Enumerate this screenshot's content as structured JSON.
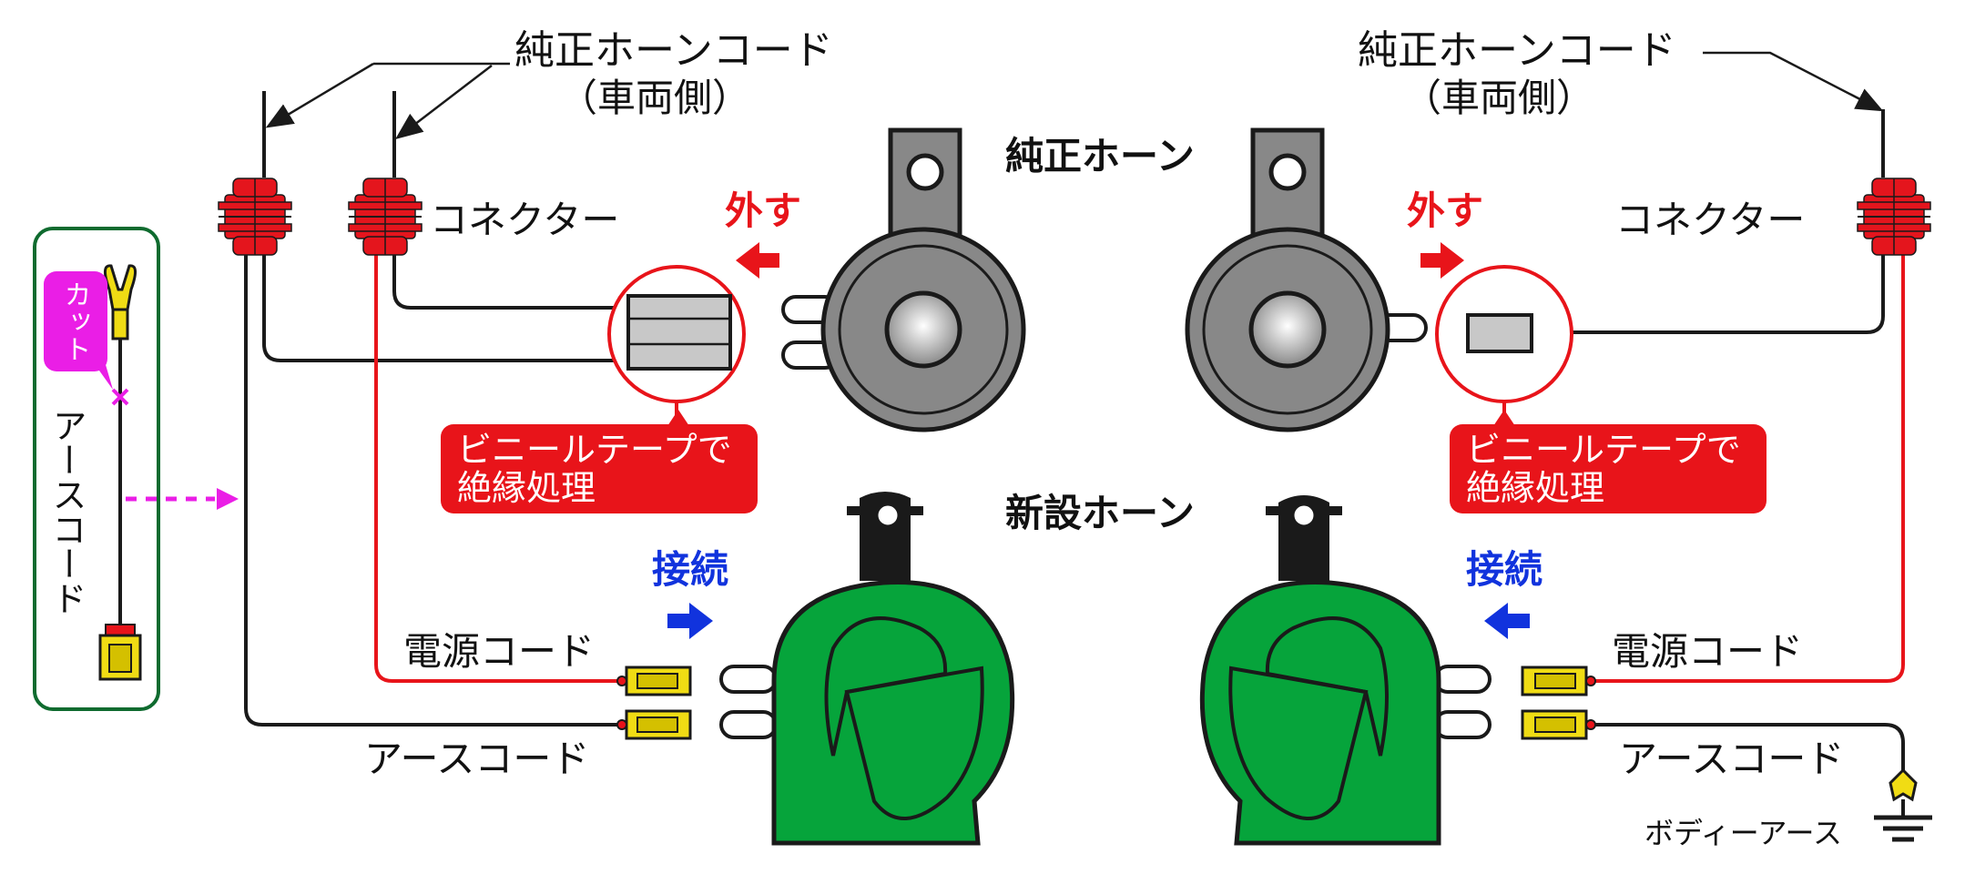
{
  "labels": {
    "oem_cord_left_line1": "純正ホーンコード",
    "oem_cord_left_line2": "（車両側）",
    "oem_cord_right_line1": "純正ホーンコード",
    "oem_cord_right_line2": "（車両側）",
    "connector_left": "コネクター",
    "connector_right": "コネクター",
    "oem_horn": "純正ホーン",
    "new_horn": "新設ホーン",
    "remove_left": "外す",
    "remove_right": "外す",
    "connect_left": "接続",
    "connect_right": "接続",
    "insulate_left_line1": "ビニールテープで",
    "insulate_left_line2": "絶縁処理",
    "insulate_right_line1": "ビニールテープで",
    "insulate_right_line2": "絶縁処理",
    "power_cord_left": "電源コード",
    "power_cord_right": "電源コード",
    "earth_cord_left": "アースコード",
    "earth_cord_right": "アースコード",
    "cut": "カット",
    "earth_cord_inset": "アースコード",
    "body_earth": "ボディーアース"
  },
  "colors": {
    "wire": "#1a1a1a",
    "power_wire": "#e8141a",
    "connector": "#e4151d",
    "oem_horn": "#888888",
    "new_horn": "#06a43b",
    "terminal": "#f0dc14",
    "remove_text": "#e8141a",
    "connect_text": "#1133dd",
    "callout_bg": "#e8141a",
    "cut_bg": "#ea1ee6",
    "inset_border": "#0f6b2f"
  },
  "icons": {
    "connector": "wire-connector-icon",
    "oem_horn": "disc-horn-icon",
    "new_horn": "snail-horn-icon",
    "terminal": "spade-terminal-icon",
    "ground": "ground-symbol-icon",
    "remove_arrow": "arrow-icon",
    "connect_arrow": "arrow-icon"
  }
}
